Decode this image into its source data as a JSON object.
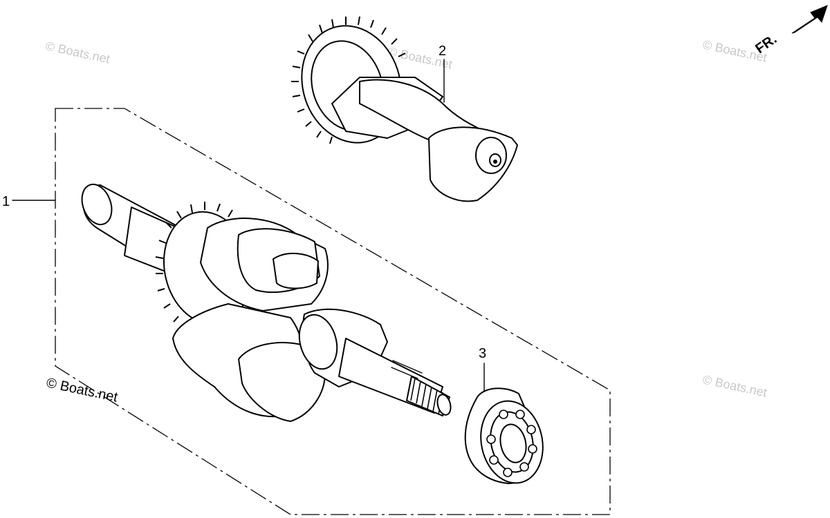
{
  "callouts": {
    "part1": "1",
    "part2": "2",
    "part3": "3"
  },
  "front_indicator": {
    "label": "FR.",
    "icon": "front-direction-arrow-icon"
  },
  "watermarks": {
    "text": "© Boats.net",
    "dark": "© Boats.net"
  },
  "colors": {
    "ink": "#000000",
    "watermark": "#c8c8c8",
    "background": "#ffffff"
  }
}
